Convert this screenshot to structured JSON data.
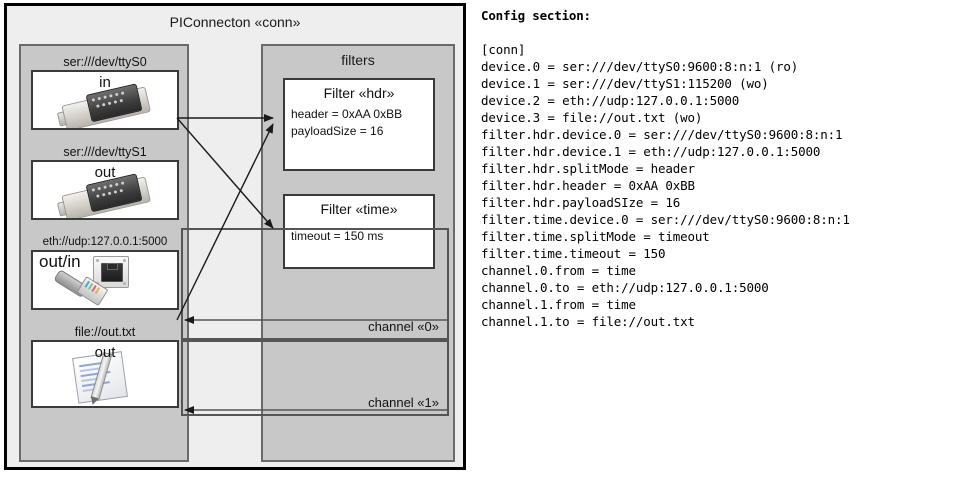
{
  "diagram": {
    "title": "PIConnecton «conn»",
    "devices_panel": {
      "name": "devices-panel",
      "groups": [
        {
          "caption": "ser:///dev/ttyS0",
          "direction": "in",
          "icon": "serial-db9-icon"
        },
        {
          "caption": "ser:///dev/ttyS1",
          "direction": "out",
          "icon": "serial-db9-icon"
        },
        {
          "caption": "eth://udp:127.0.0.1:5000",
          "direction": "out/in",
          "icon": "ethernet-jack-icon"
        },
        {
          "caption": "file://out.txt",
          "direction": "out",
          "icon": "text-document-icon"
        }
      ]
    },
    "filters_panel": {
      "title": "filters",
      "filters": [
        {
          "title": "Filter «hdr»",
          "props": [
            "header = 0xAA 0xBB",
            "payloadSize = 16"
          ]
        },
        {
          "title": "Filter «time»",
          "props": [
            "timeout = 150 ms"
          ]
        }
      ],
      "channels": [
        {
          "label": "channel «0»"
        },
        {
          "label": "channel «1»"
        }
      ]
    },
    "colors": {
      "frame_fill": "#eeeeee",
      "frame_border": "#000000",
      "panel_fill": "#c8c8c8",
      "panel_border": "#6a6a6a",
      "box_fill": "#ffffff",
      "box_border": "#3a3a3a",
      "arrow": "#1a1a1a"
    }
  },
  "config": {
    "heading": "Config section:",
    "lines": [
      "[conn]",
      "device.0 = ser:///dev/ttyS0:9600:8:n:1 (ro)",
      "device.1 = ser:///dev/ttyS1:115200 (wo)",
      "device.2 = eth://udp:127.0.0.1:5000",
      "device.3 = file://out.txt (wo)",
      "filter.hdr.device.0 = ser:///dev/ttyS0:9600:8:n:1",
      "filter.hdr.device.1 = eth://udp:127.0.0.1:5000",
      "filter.hdr.splitMode = header",
      "filter.hdr.header = 0xAA 0xBB",
      "filter.hdr.payloadSIze = 16",
      "filter.time.device.0 = ser:///dev/ttyS0:9600:8:n:1",
      "filter.time.splitMode = timeout",
      "filter.time.timeout = 150",
      "channel.0.from = time",
      "channel.0.to = eth://udp:127.0.0.1:5000",
      "channel.1.from = time",
      "channel.1.to = file://out.txt"
    ]
  }
}
